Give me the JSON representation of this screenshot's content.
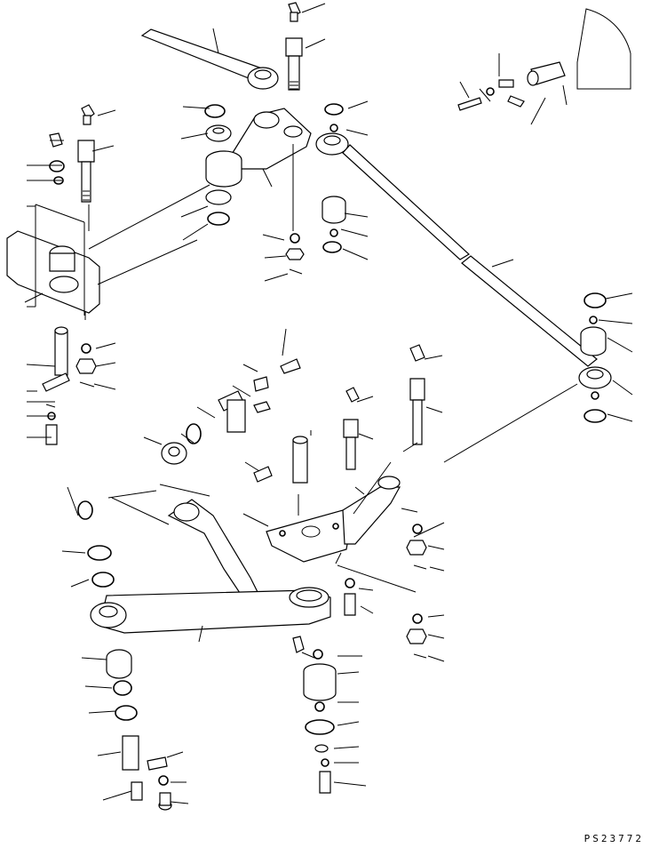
{
  "drawing": {
    "code": "PS23772",
    "background": "#ffffff",
    "line_color": "#000000"
  },
  "parts": [
    "lever-rod",
    "grease-fitting",
    "pin",
    "bracket-assembly",
    "tie-rod",
    "arm",
    "bushing",
    "snap-ring",
    "washer",
    "nut",
    "cotter-pin",
    "bolt",
    "bearing-housing"
  ]
}
